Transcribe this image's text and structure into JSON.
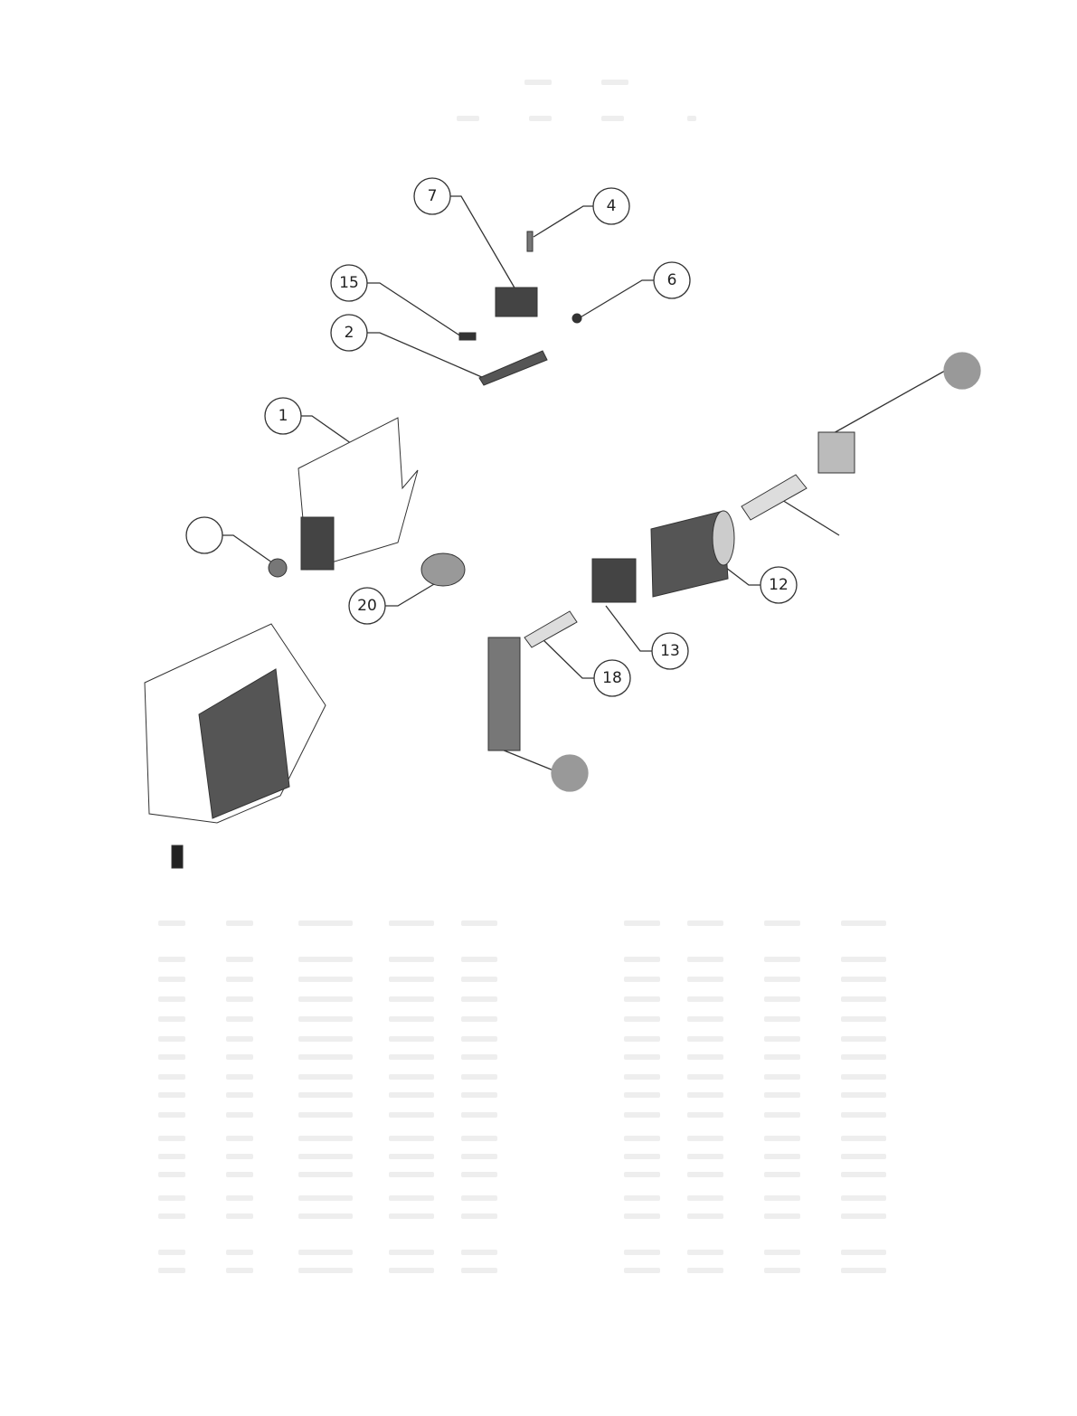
{
  "diagram": {
    "callouts": [
      {
        "id": "c7",
        "label": "7"
      },
      {
        "id": "c4",
        "label": "4"
      },
      {
        "id": "c15",
        "label": "15"
      },
      {
        "id": "c6",
        "label": "6"
      },
      {
        "id": "c2",
        "label": "2"
      },
      {
        "id": "c1",
        "label": "1"
      },
      {
        "id": "c20",
        "label": "20"
      },
      {
        "id": "c12",
        "label": "12"
      },
      {
        "id": "c13",
        "label": "13"
      },
      {
        "id": "c18",
        "label": "18"
      }
    ],
    "colors": {
      "line": "#333333",
      "part": "#555555",
      "filled_callout": "#999999"
    }
  }
}
